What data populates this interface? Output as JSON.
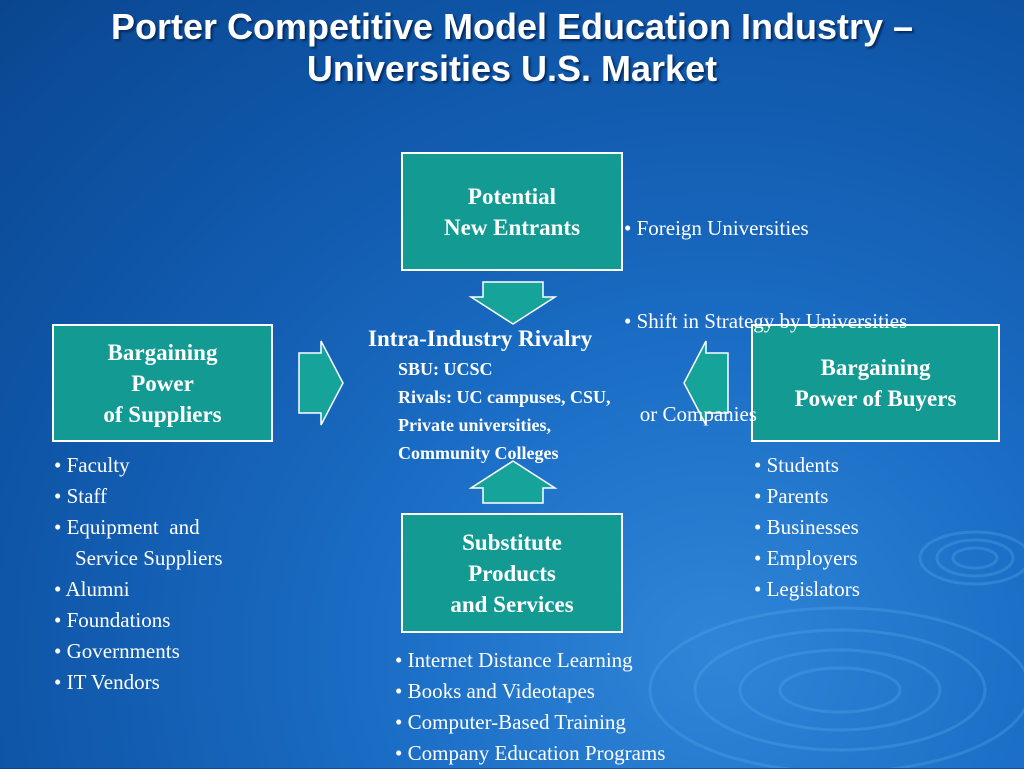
{
  "title": {
    "line1": "Porter Competitive Model Education Industry –",
    "line2": "Universities U.S. Market"
  },
  "boxes": {
    "entrants": [
      "Potential",
      "New Entrants"
    ],
    "suppliers": [
      "Bargaining",
      "Power",
      "of Suppliers"
    ],
    "buyers": [
      "Bargaining",
      "Power of Buyers"
    ],
    "substitutes": [
      "Substitute",
      "Products",
      "and Services"
    ]
  },
  "rivalry": {
    "heading": "Intra-Industry Rivalry",
    "lines": [
      "SBU:  UCSC",
      "Rivals: UC campuses, CSU,",
      "Private universities,",
      "Community Colleges"
    ]
  },
  "lists": {
    "entrants": [
      "• Foreign Universities",
      "• Shift in Strategy by Universities",
      "   or Companies"
    ],
    "suppliers": [
      "• Faculty",
      "• Staff",
      "• Equipment  and",
      "    Service Suppliers",
      "• Alumni",
      "• Foundations",
      "• Governments",
      "• IT Vendors"
    ],
    "buyers": [
      "• Students",
      "• Parents",
      "• Businesses",
      "• Employers",
      "• Legislators"
    ],
    "substitutes": [
      "• Internet Distance Learning",
      "• Books and Videotapes",
      "• Computer-Based Training",
      "• Company Education Programs"
    ]
  },
  "colors": {
    "box_fill": "#139a92",
    "arrow_fill": "#16a39a",
    "background": "#1a6cc4"
  }
}
